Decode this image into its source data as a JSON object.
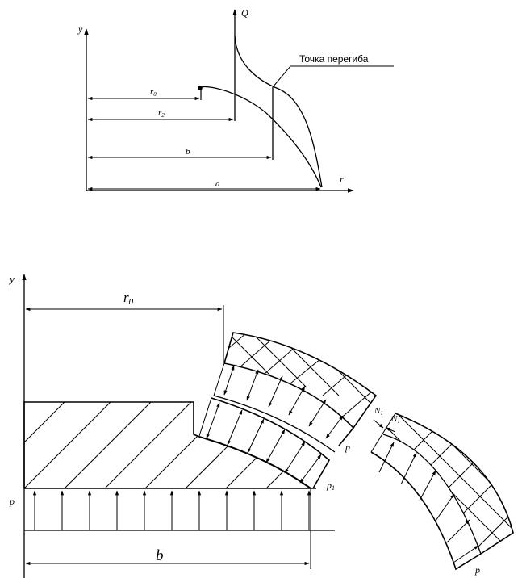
{
  "top_diagram": {
    "axis_y": "y",
    "axis_r": "r",
    "curve_q": "Q",
    "inflection_label": "Точка перегиба",
    "dim_r0": "r",
    "dim_r0_sub": "0",
    "dim_r2": "r",
    "dim_r2_sub": "2",
    "dim_b": "b",
    "dim_a": "a"
  },
  "bottom_diagram": {
    "axis_y": "y",
    "dim_r0": "r",
    "dim_r0_sub": "0",
    "label_p_left": "p",
    "label_p1": "p",
    "label_p1_sub": "1",
    "label_p_mid": "p",
    "label_n1_left": "N",
    "label_n1_left_sub": "1",
    "label_n1_right": "N",
    "label_n1_right_sub": "1",
    "label_p_bottom": "p",
    "dim_b": "b"
  }
}
